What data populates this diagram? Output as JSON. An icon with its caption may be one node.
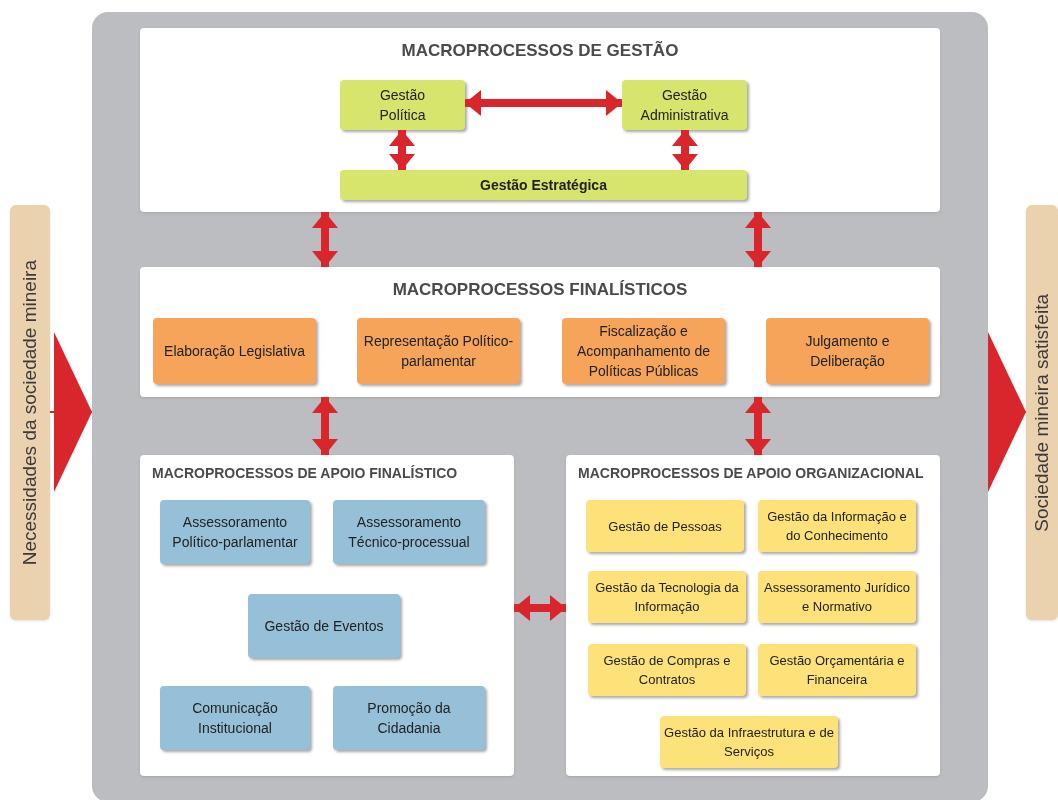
{
  "diagram": {
    "nodes": [
      {
        "text": [
          "Necessidades da sociedade mineira"
        ]
      },
      {
        "text": [],
        "shape": "box"
      },
      {
        "text": [
          "MACROPROCESSOS DE GESTÃO"
        ],
        "in": 1
      },
      {
        "text": [
          "Gestão Política"
        ],
        "in": 2
      },
      {
        "text": [
          "Gestão Administrativa"
        ],
        "in": 2
      },
      {
        "text": [
          "Gestão Estratégica"
        ],
        "in": 2
      },
      {
        "text": [
          "MACROPROCESSOS FINALÍSTICOS"
        ],
        "in": 1
      },
      {
        "text": [
          "Elaboração Legislativa"
        ],
        "in": 6
      },
      {
        "text": [
          "Representação Político-parlamentar"
        ],
        "in": 6
      },
      {
        "text": [
          "Fiscalização e Acompanhamento de Políticas Públicas"
        ],
        "in": 6
      },
      {
        "text": [
          "Julgamento e Deliberação"
        ],
        "in": 6
      },
      {
        "text": [
          "MACROPROCESSOS DE APOIO FINALÍSTICO"
        ],
        "in": 1
      },
      {
        "text": [
          "Assessoramento Político-parlamentar"
        ],
        "in": 11
      },
      {
        "text": [
          "Assessoramento Técnico-processual"
        ],
        "in": 11
      },
      {
        "text": [
          "Gestão de Eventos"
        ],
        "in": 11
      },
      {
        "text": [
          "Comunicação Institucional"
        ],
        "in": 11
      },
      {
        "text": [
          "Promoção da Cidadania"
        ],
        "in": 11
      },
      {
        "text": [
          "MACROPROCESSOS DE APOIO ORGANIZACIONAL"
        ],
        "in": 1
      },
      {
        "text": [
          "Gestão de Pessoas"
        ],
        "in": 17
      },
      {
        "text": [
          "Gestão da Informação e do Conhecimento"
        ],
        "in": 17
      },
      {
        "text": [
          "Gestão da Tecnologia da Informação"
        ],
        "in": 17
      },
      {
        "text": [
          "Assessoramento Jurídico e Normativo"
        ],
        "in": 17
      },
      {
        "text": [
          "Gestão de Compras e Contratos"
        ],
        "in": 17
      },
      {
        "text": [
          "Gestão Orçamentária e Financeira"
        ],
        "in": 17
      },
      {
        "text": [
          "Gestão da Infraestrutura e de Serviços"
        ],
        "in": 17
      },
      {
        "text": [
          "Sociedade mineira satisfeita"
        ]
      }
    ],
    "edges": [
      {
        "from": 0,
        "to": 1,
        "arrow": "to"
      },
      {
        "from": 1,
        "to": 25,
        "arrow": "to"
      },
      {
        "from": 3,
        "to": 4,
        "arrow": "both"
      },
      {
        "from": 3,
        "to": 5,
        "arrow": "both"
      },
      {
        "from": 4,
        "to": 5,
        "arrow": "both"
      },
      {
        "from": 2,
        "to": 6,
        "arrow": "both"
      },
      {
        "from": 2,
        "to": 6,
        "arrow": "both"
      },
      {
        "from": 6,
        "to": 11,
        "arrow": "both"
      },
      {
        "from": 6,
        "to": 17,
        "arrow": "both"
      },
      {
        "from": 11,
        "to": 17,
        "arrow": "both"
      }
    ]
  }
}
